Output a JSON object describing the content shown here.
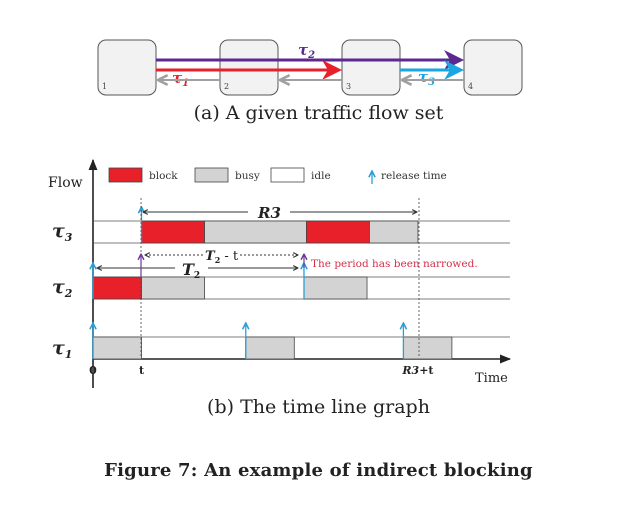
{
  "topology": {
    "nodes": [
      {
        "label": "1"
      },
      {
        "label": "2"
      },
      {
        "label": "3"
      },
      {
        "label": "4"
      }
    ],
    "flows": [
      {
        "name": "τ2",
        "label": "τ",
        "sub": "2",
        "from": "1",
        "to": "4",
        "color": "#5b2a91"
      },
      {
        "name": "τ1",
        "label": "τ",
        "sub": "1",
        "from": "1",
        "to": "3",
        "color": "#e8202a"
      },
      {
        "name": "τ3",
        "label": "τ",
        "sub": "3",
        "from": "3",
        "to": "4",
        "color": "#1aa6e0"
      }
    ],
    "return_arrow_color": "#a0a0a0",
    "caption": "(a) A given traffic flow set"
  },
  "timeline": {
    "y_axis_label": "Flow",
    "x_axis_label": "Time",
    "legend": [
      {
        "key": "block",
        "label": "block",
        "color": "#e8202a"
      },
      {
        "key": "busy",
        "label": "busy",
        "color": "#d3d3d3"
      },
      {
        "key": "idle",
        "label": "idle",
        "color": "#ffffff"
      },
      {
        "key": "release",
        "label": "release time",
        "color": "#2a9fd6"
      }
    ],
    "x_ticks": [
      {
        "label": "0",
        "at": 0
      },
      {
        "label": "t",
        "at": 1
      },
      {
        "label_bold": "R3",
        "label_rest": "+t",
        "at": 6.7
      }
    ],
    "rows": [
      {
        "flow": "τ",
        "sub": "3",
        "segments": [
          {
            "type": "block",
            "start": 1,
            "end": 2.3
          },
          {
            "type": "busy",
            "start": 2.3,
            "end": 4.4
          },
          {
            "type": "block",
            "start": 4.4,
            "end": 5.7
          },
          {
            "type": "busy",
            "start": 5.7,
            "end": 6.7
          }
        ],
        "releases": [
          1
        ]
      },
      {
        "flow": "τ",
        "sub": "2",
        "segments": [
          {
            "type": "block",
            "start": 0,
            "end": 1
          },
          {
            "type": "busy",
            "start": 1,
            "end": 2.3
          },
          {
            "type": "busy",
            "start": 4.35,
            "end": 5.65
          }
        ],
        "releases": [
          0,
          4.35
        ]
      },
      {
        "flow": "τ",
        "sub": "1",
        "segments": [
          {
            "type": "busy",
            "start": 0,
            "end": 1
          },
          {
            "type": "busy",
            "start": 3.15,
            "end": 4.15
          },
          {
            "type": "busy",
            "start": 6.4,
            "end": 7.4
          }
        ],
        "releases": [
          0,
          3.15,
          6.4
        ]
      }
    ],
    "annotations": {
      "r3_label": "R3",
      "t2_label": "T",
      "t2_sub": "2",
      "t2_minus_t_label": "T",
      "t2_minus_t_sub": "2",
      "t2_minus_t_rest": " - t",
      "narrowed_note": "The period has been narrowed.",
      "narrowed_color": "#d4304a",
      "shifted_release_color": "#6a3a9a"
    },
    "caption": "(b) The time line graph"
  },
  "figure_caption": "Figure 7:  An example of indirect blocking"
}
